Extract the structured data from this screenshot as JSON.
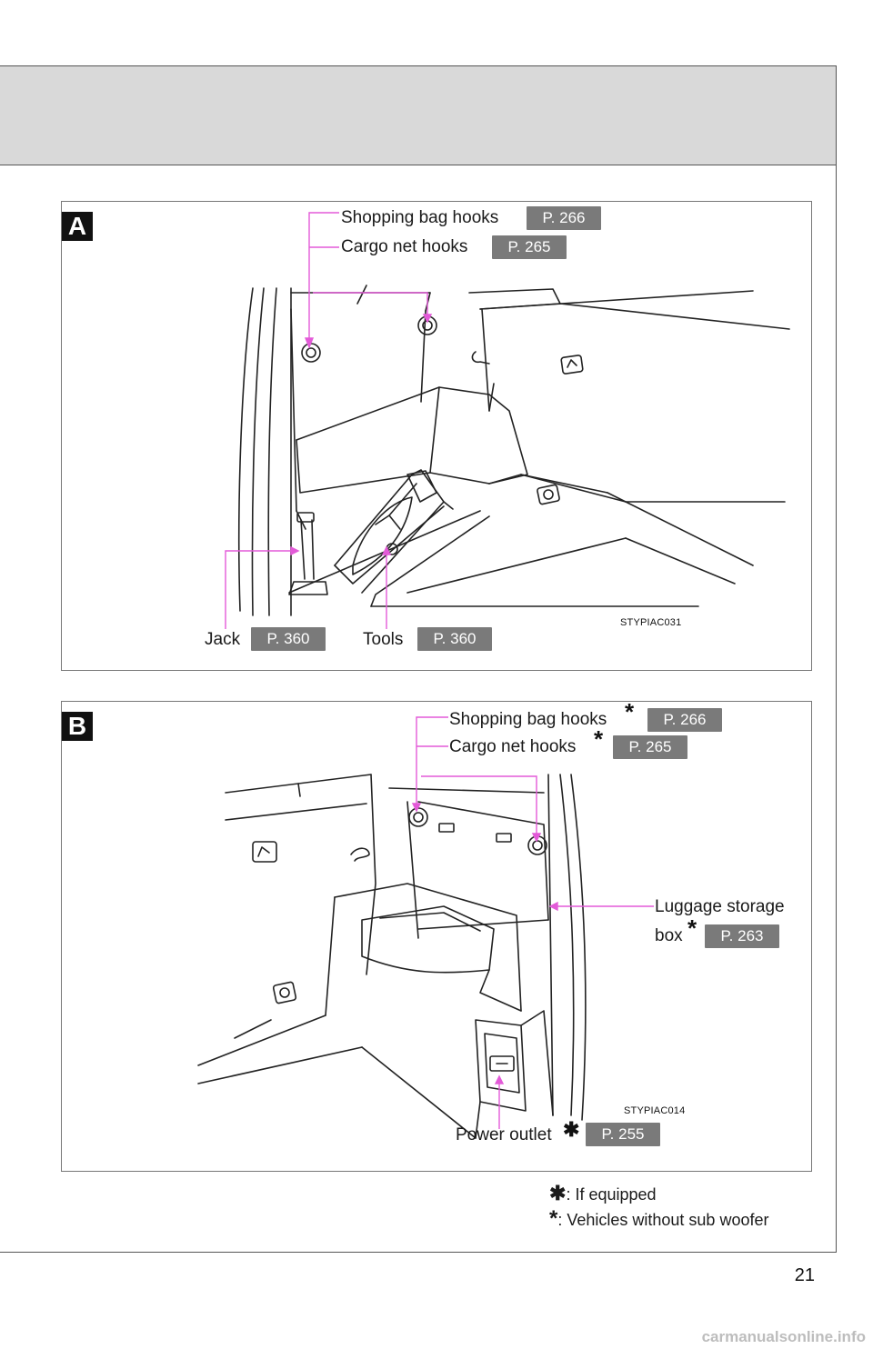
{
  "panel_a": {
    "letter": "A",
    "shopping_bag_hooks": {
      "label": "Shopping bag hooks",
      "ref": "P. 266"
    },
    "cargo_net_hooks": {
      "label": "Cargo net hooks",
      "ref": "P. 265"
    },
    "jack": {
      "label": "Jack",
      "ref": "P. 360"
    },
    "tools": {
      "label": "Tools",
      "ref": "P. 360"
    },
    "image_code": "STYPIAC031"
  },
  "panel_b": {
    "letter": "B",
    "shopping_bag_hooks": {
      "label": "Shopping bag hooks",
      "asterisk": "*",
      "ref": "P. 266"
    },
    "cargo_net_hooks": {
      "label": "Cargo net hooks",
      "asterisk": "*",
      "ref": "P. 265"
    },
    "luggage_storage_box": {
      "label_line1": "Luggage storage",
      "label_line2": "box",
      "asterisk": "*",
      "ref": "P. 263"
    },
    "power_outlet": {
      "label": "Power outlet",
      "asterisk": "✱",
      "ref": "P. 255"
    },
    "image_code": "STYPIAC014"
  },
  "footnotes": {
    "if_equipped": {
      "symbol": "✱",
      "text": ": If equipped"
    },
    "no_sub_woofer": {
      "symbol": "*",
      "text": ": Vehicles without sub woofer"
    }
  },
  "page_number": "21",
  "watermark": "carmanualsonline.info",
  "colors": {
    "leader_line": "#e35ad8",
    "ref_badge": "#7a7a7a",
    "header_band": "#d9d9d9"
  }
}
